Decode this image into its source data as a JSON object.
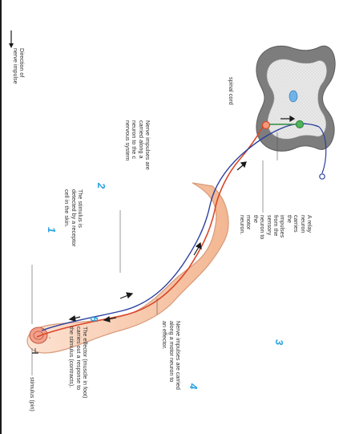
{
  "figure": {
    "legend_text": "Direction of\nnerve impulse",
    "labels": {
      "spinal_cord": "spinal cord",
      "relay_neuron": "A relay neuron carries the impulses\nfrom the sensory neuron to the\nmotor neuron.",
      "sensory_neuron": "Nerve impulses are\ncarried along a\nneuron to the c\nnervous system",
      "receptor": "The stimulus is\ndetected by a receptor\ncell in the skin.",
      "motor_neuron": "Nerve impulses are carried\nalong a motor neuron to\nan effector.",
      "effector": "The effector (muscle in foot)\ncarries out a response to\nthe stimulus (contracts).",
      "stimulus": "stimulus (pin)"
    },
    "step_numbers": [
      "1",
      "2",
      "3",
      "4",
      "5"
    ],
    "colors": {
      "step_number": "#29a3e0",
      "sensory_neuron": "#d9472b",
      "motor_neuron": "#2b3f9e",
      "relay_neuron": "#2e8b3e",
      "spinal_cord_grey": "#7d7d7d",
      "skin": "#f6c7a8"
    }
  }
}
